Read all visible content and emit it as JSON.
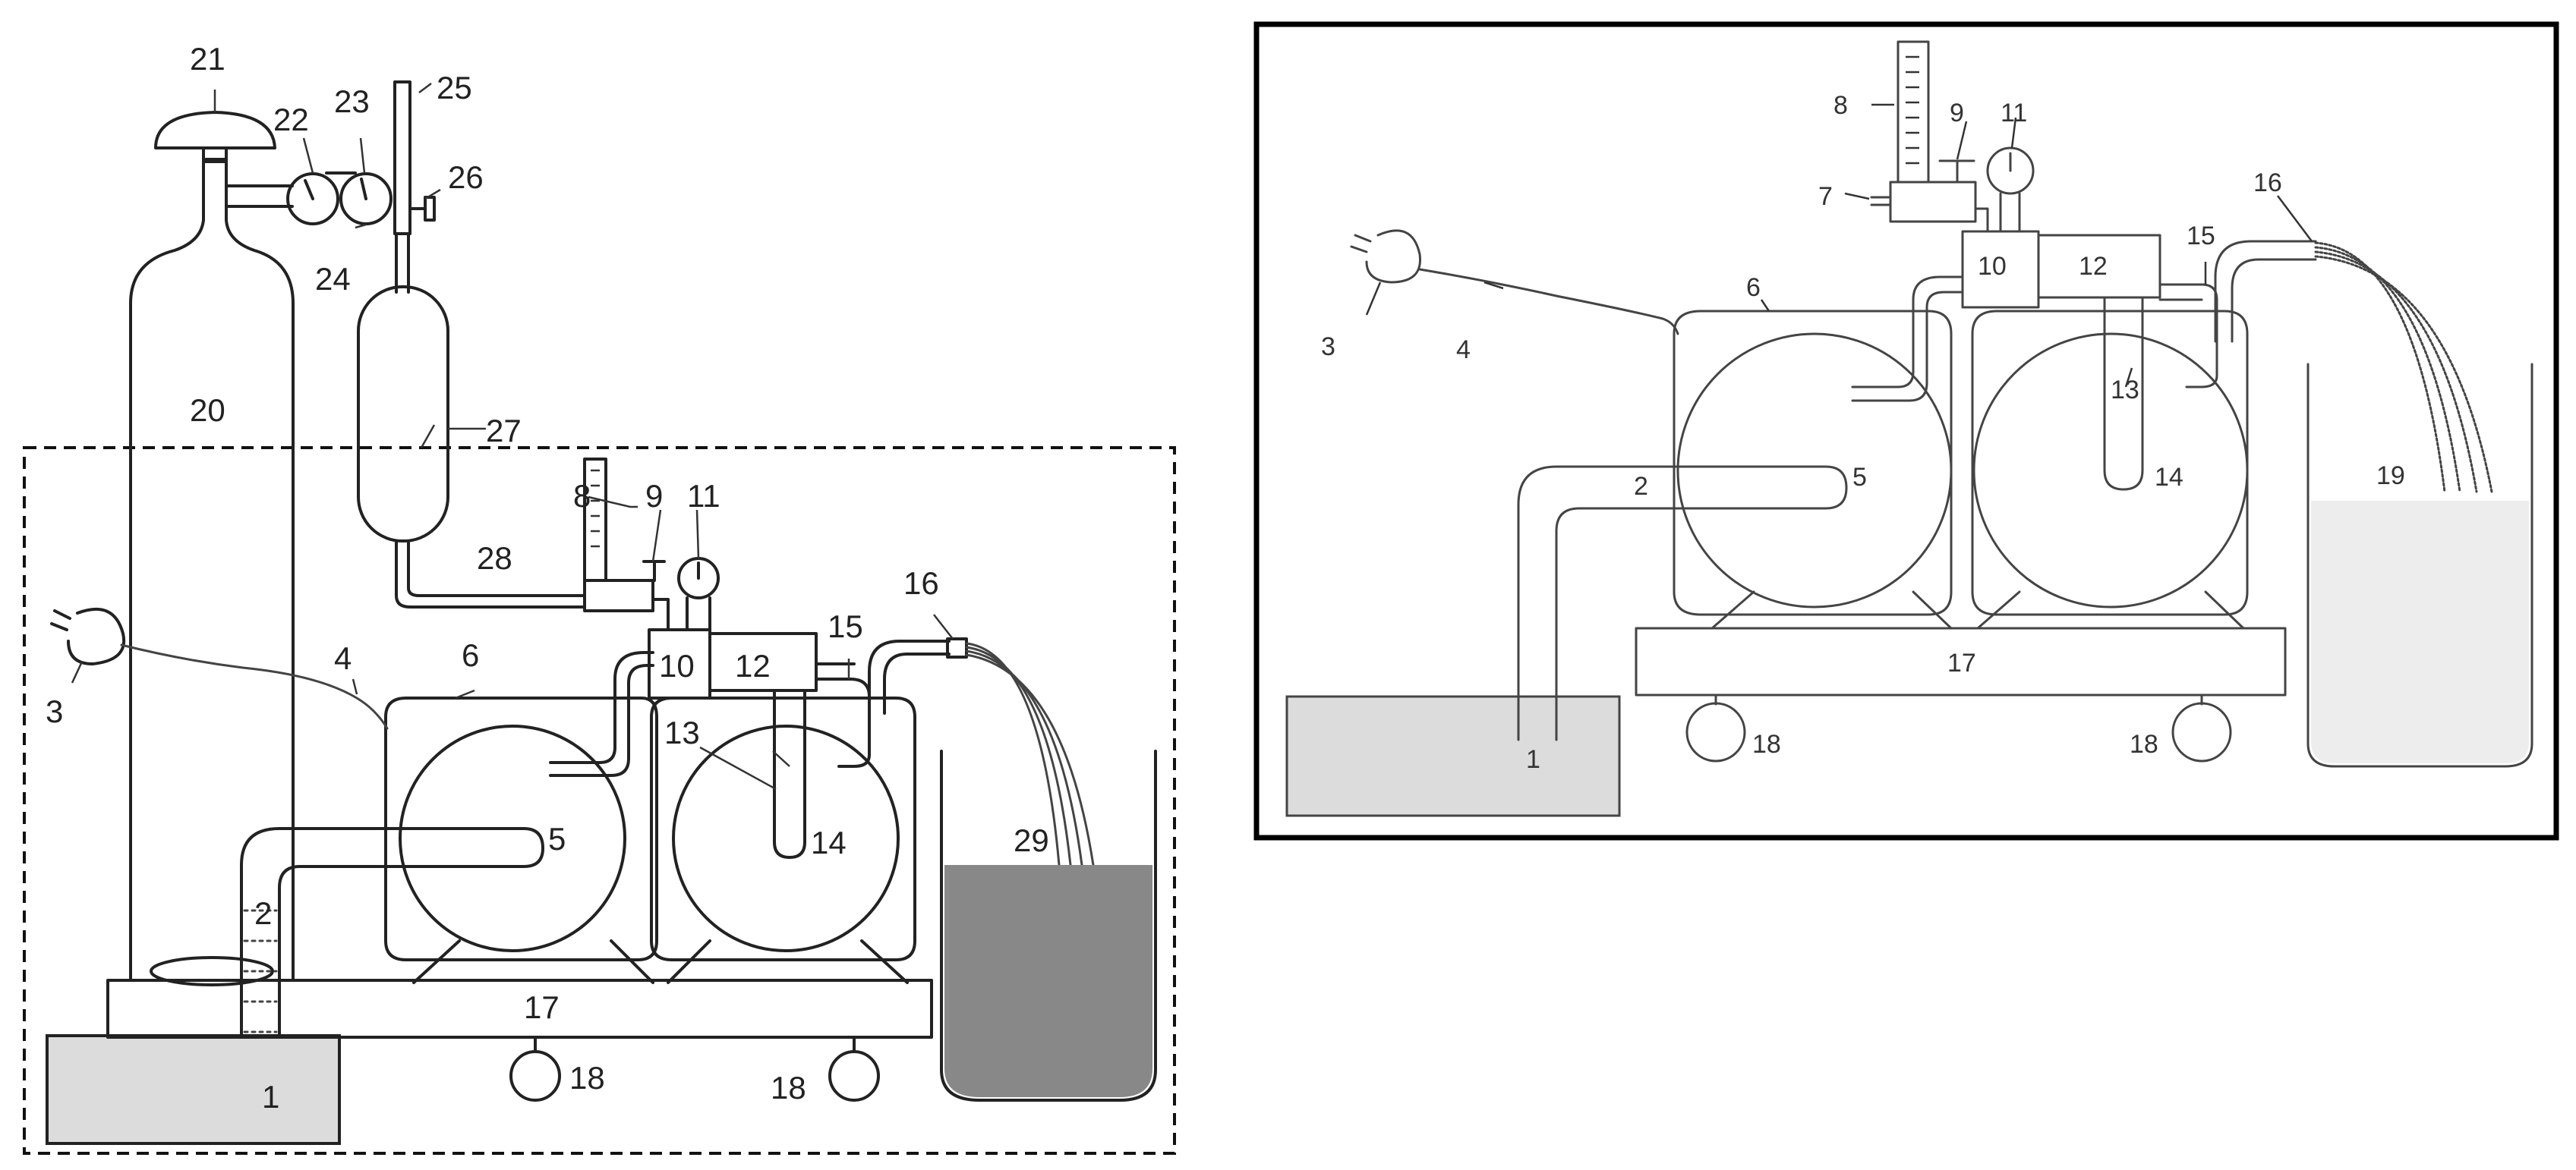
{
  "left_diagram": {
    "labels": {
      "l1": "1",
      "l2": "2",
      "l3": "3",
      "l4": "4",
      "l5": "5",
      "l6": "6",
      "l8": "8",
      "l9": "9",
      "l10": "10",
      "l11": "11",
      "l12": "12",
      "l13": "13",
      "l14": "14",
      "l15": "15",
      "l16": "16",
      "l17": "17",
      "l18a": "18",
      "l18b": "18",
      "l20": "20",
      "l21": "21",
      "l22": "22",
      "l23": "23",
      "l24": "24",
      "l25": "25",
      "l26": "26",
      "l27": "27",
      "l28": "28",
      "l29": "29"
    }
  },
  "right_diagram": {
    "labels": {
      "l1": "1",
      "l2": "2",
      "l3": "3",
      "l4": "4",
      "l5": "5",
      "l6": "6",
      "l7": "7",
      "l8": "8",
      "l9": "9",
      "l10": "10",
      "l11": "11",
      "l12": "12",
      "l13": "13",
      "l14": "14",
      "l15": "15",
      "l16": "16",
      "l17": "17",
      "l18a": "18",
      "l18b": "18",
      "l19": "19"
    }
  },
  "colors": {
    "line": "#222222",
    "liquid": "#888888",
    "tray": "#dcdcdc"
  }
}
